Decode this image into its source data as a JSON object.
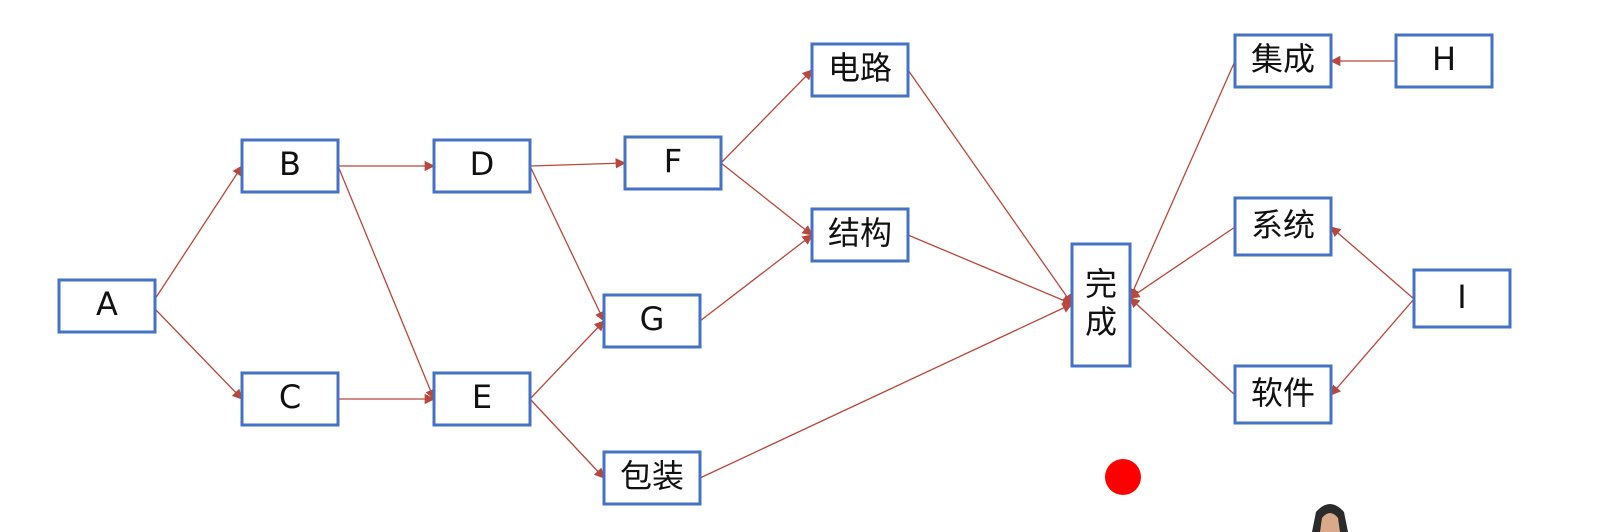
{
  "diagram": {
    "nodes": {
      "A": "A",
      "B": "B",
      "C": "C",
      "D": "D",
      "E": "E",
      "F": "F",
      "G": "G",
      "packaging": "包装",
      "circuit": "电路",
      "structure": "结构",
      "complete": "完成",
      "integration": "集成",
      "H": "H",
      "system": "系统",
      "I": "I",
      "software": "软件"
    },
    "edges": [
      {
        "from": "A",
        "to": "B"
      },
      {
        "from": "A",
        "to": "C"
      },
      {
        "from": "B",
        "to": "D"
      },
      {
        "from": "B",
        "to": "E"
      },
      {
        "from": "C",
        "to": "E"
      },
      {
        "from": "D",
        "to": "F"
      },
      {
        "from": "D",
        "to": "G"
      },
      {
        "from": "E",
        "to": "G"
      },
      {
        "from": "E",
        "to": "packaging"
      },
      {
        "from": "F",
        "to": "circuit"
      },
      {
        "from": "F",
        "to": "structure"
      },
      {
        "from": "G",
        "to": "structure"
      },
      {
        "from": "circuit",
        "to": "complete"
      },
      {
        "from": "structure",
        "to": "complete"
      },
      {
        "from": "packaging",
        "to": "complete"
      },
      {
        "from": "integration",
        "to": "complete"
      },
      {
        "from": "system",
        "to": "complete"
      },
      {
        "from": "software",
        "to": "complete"
      },
      {
        "from": "H",
        "to": "integration"
      },
      {
        "from": "I",
        "to": "system"
      },
      {
        "from": "I",
        "to": "software"
      }
    ],
    "colors": {
      "node_border": "#4472c4",
      "edge": "#b9473b",
      "pointer_dot": "#ff0000"
    }
  }
}
